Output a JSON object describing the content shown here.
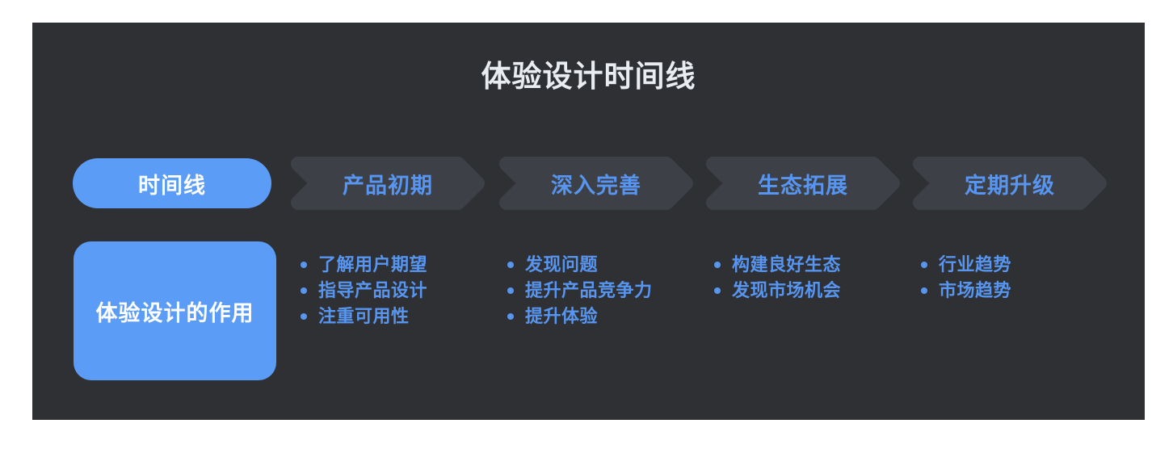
{
  "title": "体验设计时间线",
  "colors": {
    "card_bg": "#2E3033",
    "chevron_bg": "#3D4147",
    "accent_blue": "#5B9CF6",
    "text_blue": "#5795F0",
    "title_color": "#E9ECF1"
  },
  "timeline": {
    "lead_label": "时间线",
    "role_label": "体验设计的作用",
    "stages": [
      {
        "label": "产品初期",
        "items": [
          "了解用户期望",
          "指导产品设计",
          "注重可用性"
        ]
      },
      {
        "label": "深入完善",
        "items": [
          "发现问题",
          "提升产品竞争力",
          "提升体验"
        ]
      },
      {
        "label": "生态拓展",
        "items": [
          "构建良好生态",
          "发现市场机会"
        ]
      },
      {
        "label": "定期升级",
        "items": [
          "行业趋势",
          "市场趋势"
        ]
      }
    ]
  }
}
